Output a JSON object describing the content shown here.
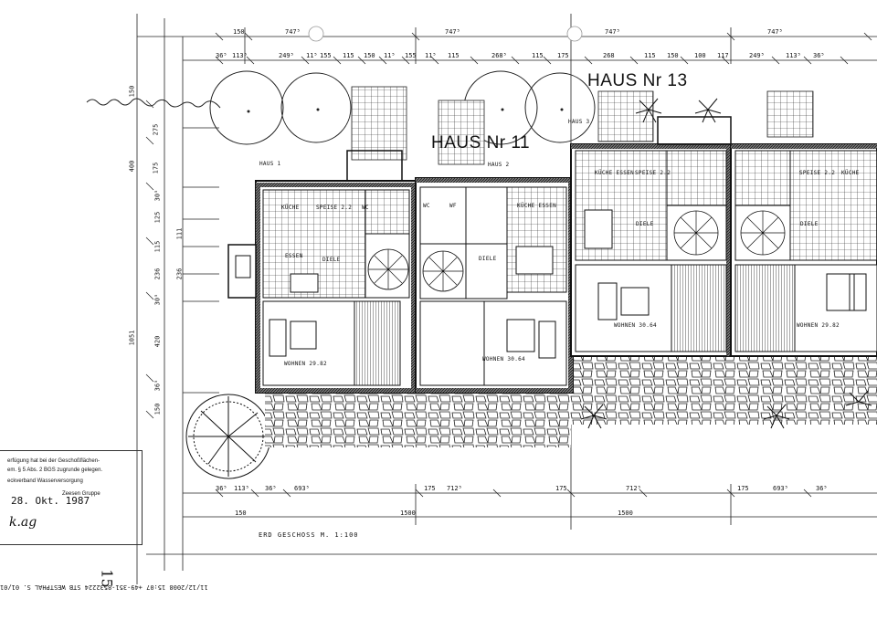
{
  "labels": {
    "haus13": "HAUS Nr 13",
    "haus11": "HAUS Nr 11",
    "haus1": "HAUS 1",
    "haus2": "HAUS 2",
    "haus3": "HAUS 3",
    "caption": "ERD GESCHOSS   M. 1:100"
  },
  "rooms": [
    {
      "id": "kueche1",
      "text": "KÜCHE"
    },
    {
      "id": "speise1",
      "text": "SPEISE 2.2"
    },
    {
      "id": "wc1",
      "text": "WC"
    },
    {
      "id": "essen1",
      "text": "ESSEN"
    },
    {
      "id": "diele1",
      "text": "DIELE"
    },
    {
      "id": "wohnen1",
      "text": "WOHNEN  29.82"
    },
    {
      "id": "wc2",
      "text": "WC"
    },
    {
      "id": "wf2",
      "text": "WF"
    },
    {
      "id": "kueche2",
      "text": "KÜCHE ESSEN"
    },
    {
      "id": "diele2",
      "text": "DIELE"
    },
    {
      "id": "wohnen2",
      "text": "WOHNEN  30.64"
    },
    {
      "id": "kueche3",
      "text": "KÜCHE ESSEN"
    },
    {
      "id": "speise3",
      "text": "SPEISE 2.2"
    },
    {
      "id": "diele3",
      "text": "DIELE"
    },
    {
      "id": "wohnen3",
      "text": "WOHNEN  30.64"
    },
    {
      "id": "speise4",
      "text": "SPEISE 2.2"
    },
    {
      "id": "kueche4",
      "text": "KÜCHE"
    },
    {
      "id": "diele4",
      "text": "DIELE"
    },
    {
      "id": "wohnen4",
      "text": "WOHNEN  29.82"
    }
  ],
  "dimensions_top": [
    "150",
    "747⁵",
    "747⁵",
    "747⁵",
    "747⁵"
  ],
  "dimensions_top2": [
    "36⁵",
    "113⁵",
    "249⁵",
    "11⁵",
    "155",
    "115",
    "150",
    "11⁵",
    "155",
    "11⁵",
    "115",
    "268⁵",
    "115",
    "175",
    "268",
    "115",
    "150",
    "100",
    "117",
    "249⁵",
    "113⁵",
    "36⁵"
  ],
  "dimensions_bottom": [
    "36⁵",
    "113⁵",
    "36⁵",
    "693⁵",
    "175",
    "712⁵",
    "175",
    "712⁵",
    "175",
    "693⁵",
    "36⁵"
  ],
  "dimensions_bottom2": [
    "150",
    "1500",
    "1500"
  ],
  "dimensions_left": [
    "150",
    "275",
    "400",
    "175",
    "30⁵",
    "125",
    "115",
    "111",
    "236",
    "236",
    "30⁵",
    "1051",
    "420",
    "36⁵",
    "150"
  ],
  "stamp": {
    "line1": "erfügung hat bei der Geschoßflächen-",
    "line2": "em. § 5 Abs. 2 BGS zugrunde gelegen.",
    "line3": "eckverband Wasserversorgung",
    "line4": "Zeesen Gruppe",
    "date": "28. Okt. 1987",
    "signature": "k.ag"
  },
  "fax_line": "11/12/2008  15:07   +49-351-8532224          STB WESTPHAL                                   S.  01/01",
  "page_mark": "15"
}
